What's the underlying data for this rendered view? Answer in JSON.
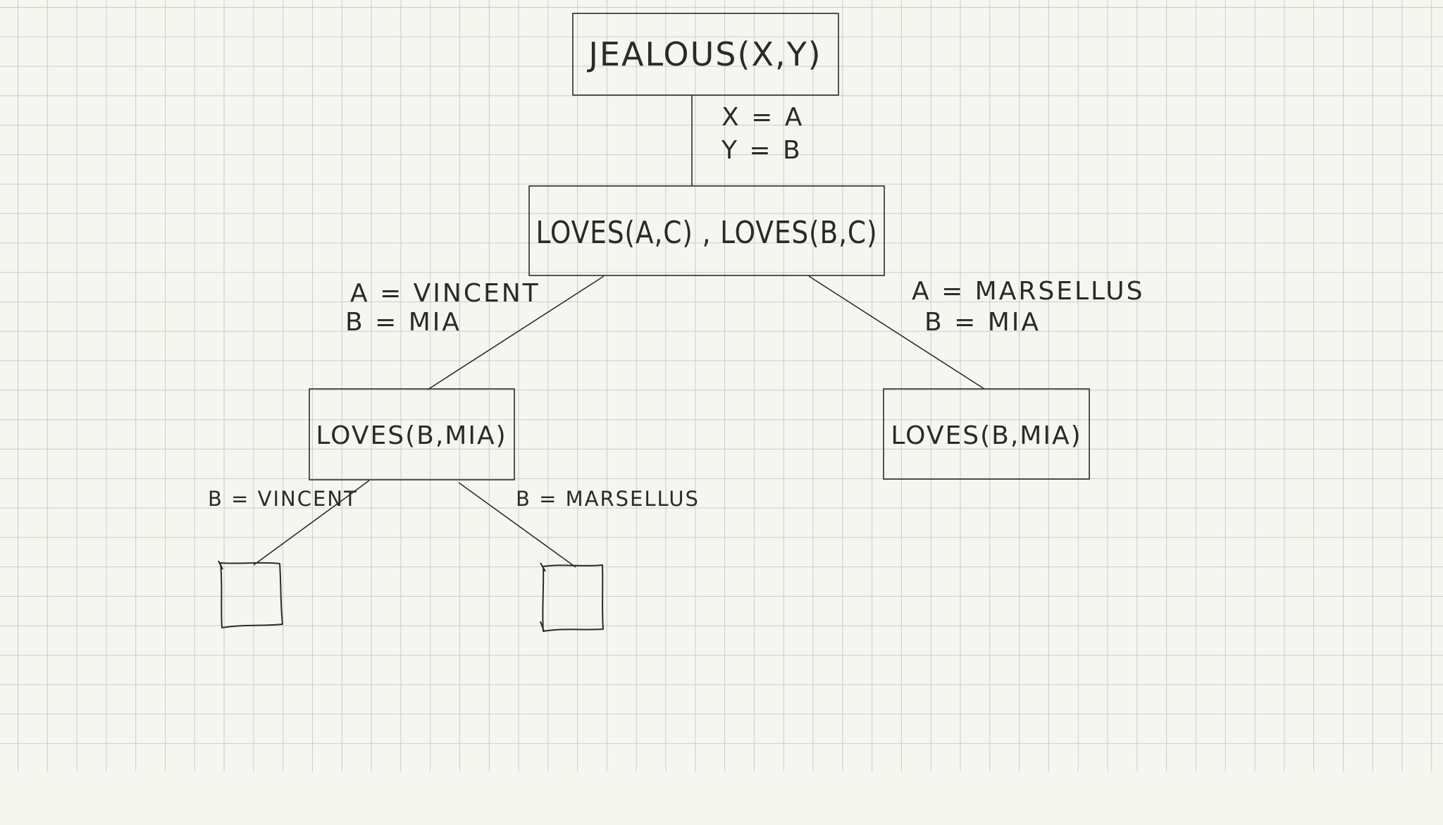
{
  "nodes": {
    "root": {
      "label": "JEALOUS(X,Y)"
    },
    "middle": {
      "label": "LOVES(A,C) , LOVES(B,C)"
    },
    "left": {
      "label": "LOVES(B,MIA)"
    },
    "right": {
      "label": "LOVES(B,MIA)"
    }
  },
  "edges": {
    "root_to_middle": {
      "line1": "X = A",
      "line2": "Y = B"
    },
    "middle_to_left": {
      "line1": "A = VINCENT",
      "line2": "B = MIA"
    },
    "middle_to_right": {
      "line1": "A = MARSELLUS",
      "line2": "B = MIA"
    },
    "left_to_leaf1": {
      "line1": "B = VINCENT"
    },
    "left_to_leaf2": {
      "line1": "B = MARSELLUS"
    }
  },
  "leaves": [
    {
      "id": "leaf-1",
      "label": ""
    },
    {
      "id": "leaf-2",
      "label": ""
    }
  ]
}
